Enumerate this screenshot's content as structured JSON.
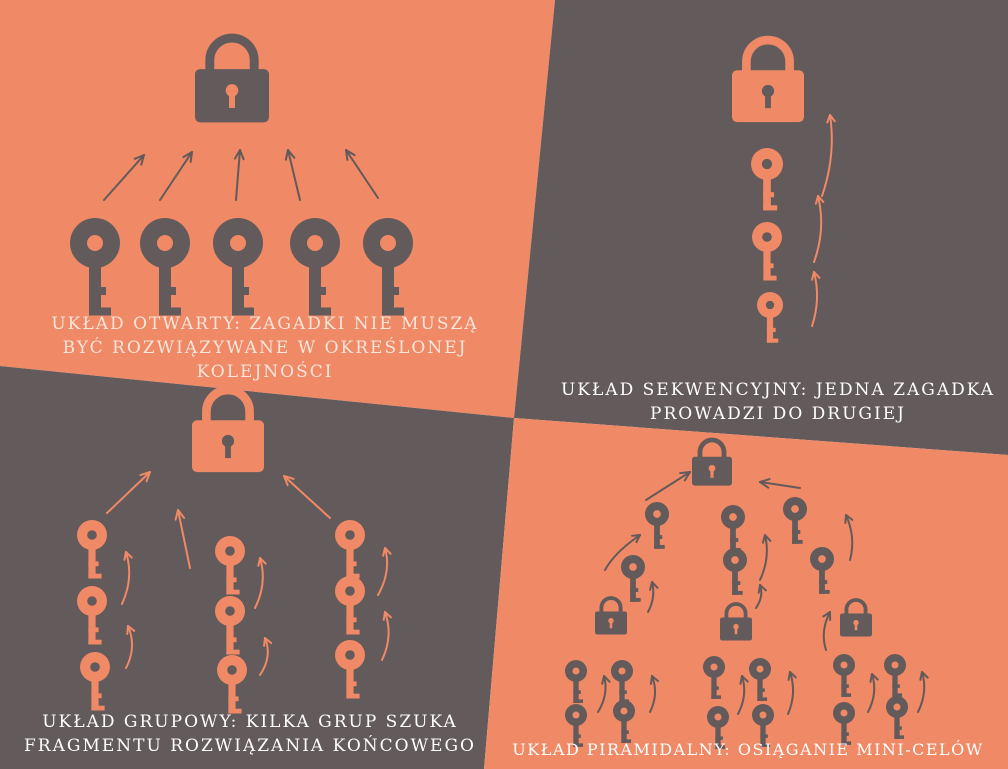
{
  "colors": {
    "orange": "#F08965",
    "dark": "#625A5B",
    "white": "#FFFFFF"
  },
  "icons": [
    "lock-icon",
    "key-icon",
    "arrow-icon"
  ],
  "panels": {
    "open": {
      "caption_line1": "UKŁAD OTWARTY: ZAGADKI NIE MUSZĄ",
      "caption_line2": "BYĆ ROZWIĄZYWANE W OKREŚLONEJ",
      "caption_line3": "KOLEJNOŚCI"
    },
    "sequential": {
      "caption_line1": "UKŁAD SEKWENCYJNY: JEDNA ZAGADKA",
      "caption_line2": "PROWADZI DO DRUGIEJ"
    },
    "group": {
      "caption_line1": "UKŁAD GRUPOWY: KILKA GRUP SZUKA",
      "caption_line2": "FRAGMENTU ROZWIĄZANIA KOŃCOWEGO"
    },
    "pyramid": {
      "caption_line1": "UKŁAD PIRAMIDALNY: OSIĄGANIE MINI-CELÓW"
    }
  }
}
